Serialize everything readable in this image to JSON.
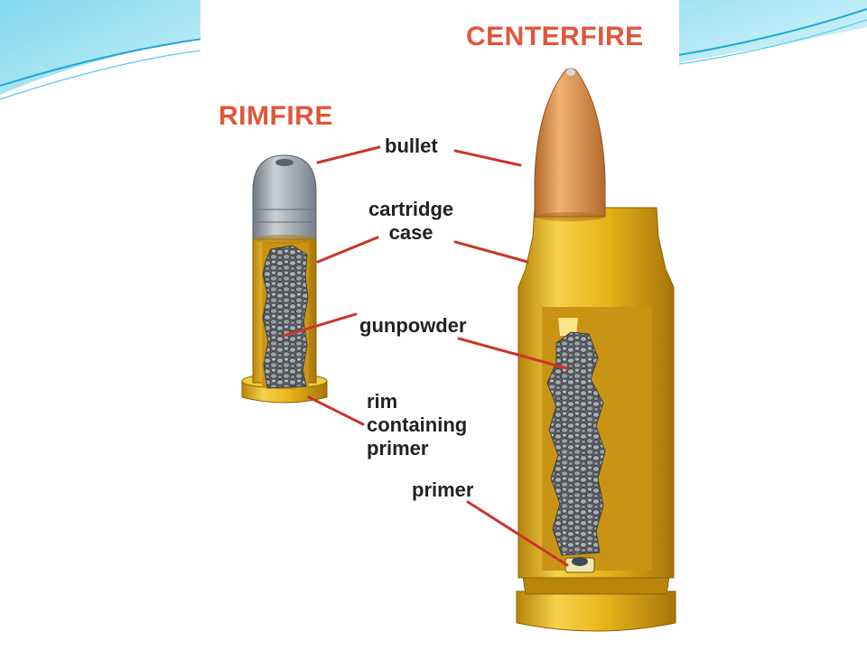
{
  "diagram": {
    "rimfire_title": "RIMFIRE",
    "centerfire_title": "CENTERFIRE",
    "labels": {
      "bullet": "bullet",
      "cartridge_case": [
        "cartridge",
        "case"
      ],
      "gunpowder": "gunpowder",
      "rim_containing_primer": [
        "rim",
        "containing",
        "primer"
      ],
      "primer": "primer"
    }
  },
  "colors": {
    "title": "#e2553a",
    "leader_line": "#c9362a",
    "brass": "#e8b51a",
    "lead_bullet": "#9aa3ab",
    "copper_bullet": "#d98a45",
    "gunpowder": "#6a6e72",
    "slide_accent": "#2ec4e6"
  }
}
